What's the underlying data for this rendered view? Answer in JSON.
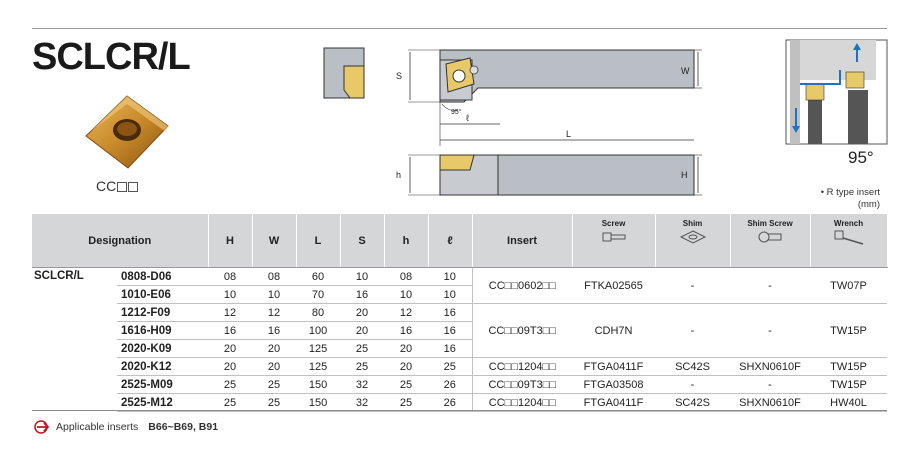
{
  "title": "SCLCR/L",
  "insert_code": "CC□□",
  "angle": "95°",
  "note_r_type": "• R type insert",
  "note_unit": "(mm)",
  "dim_labels": {
    "S": "S",
    "W": "W",
    "L": "L",
    "l": "ℓ",
    "h": "h",
    "H": "H",
    "a95": "95°"
  },
  "headers": {
    "designation": "Designation",
    "H": "H",
    "W": "W",
    "L": "L",
    "S": "S",
    "h": "h",
    "l": "ℓ",
    "insert": "Insert",
    "screw": "Screw",
    "shim": "Shim",
    "shim_screw": "Shim Screw",
    "wrench": "Wrench"
  },
  "series": "SCLCR/L",
  "rows": [
    {
      "code": "0808-D06",
      "H": "08",
      "W": "08",
      "L": "60",
      "S": "10",
      "h": "08",
      "l": "10"
    },
    {
      "code": "1010-E06",
      "H": "10",
      "W": "10",
      "L": "70",
      "S": "16",
      "h": "10",
      "l": "10"
    },
    {
      "code": "1212-F09",
      "H": "12",
      "W": "12",
      "L": "80",
      "S": "20",
      "h": "12",
      "l": "16"
    },
    {
      "code": "1616-H09",
      "H": "16",
      "W": "16",
      "L": "100",
      "S": "20",
      "h": "16",
      "l": "16"
    },
    {
      "code": "2020-K09",
      "H": "20",
      "W": "20",
      "L": "125",
      "S": "25",
      "h": "20",
      "l": "16"
    },
    {
      "code": "2020-K12",
      "H": "20",
      "W": "20",
      "L": "125",
      "S": "25",
      "h": "20",
      "l": "25"
    },
    {
      "code": "2525-M09",
      "H": "25",
      "W": "25",
      "L": "150",
      "S": "32",
      "h": "25",
      "l": "26"
    },
    {
      "code": "2525-M12",
      "H": "25",
      "W": "25",
      "L": "150",
      "S": "32",
      "h": "25",
      "l": "26"
    }
  ],
  "groups": [
    {
      "insert": "CC□□0602□□",
      "screw": "FTKA02565",
      "shim": "-",
      "shim_screw": "-",
      "wrench": "TW07P"
    },
    {
      "insert": "CC□□09T3□□",
      "screw": "CDH7N",
      "shim": "-",
      "shim_screw": "-",
      "wrench": "TW15P"
    },
    {
      "insert": "CC□□1204□□",
      "screw": "FTGA0411F",
      "shim": "SC42S",
      "shim_screw": "SHXN0610F",
      "wrench": "TW15P"
    },
    {
      "insert": "CC□□09T3□□",
      "screw": "FTGA03508",
      "shim": "-",
      "shim_screw": "-",
      "wrench": "TW15P"
    },
    {
      "insert": "CC□□1204□□",
      "screw": "FTGA0411F",
      "shim": "SC42S",
      "shim_screw": "SHXN0610F",
      "wrench": "HW40L"
    }
  ],
  "footer": {
    "label": "Applicable inserts",
    "pages": "B66~B69, B91"
  }
}
